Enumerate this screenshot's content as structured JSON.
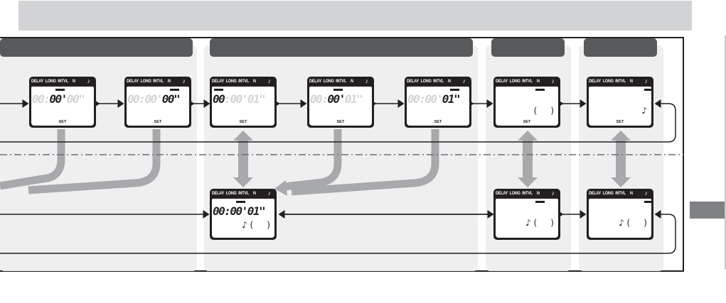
{
  "page": {
    "title_bar_text": "",
    "section_headers": [
      "",
      "",
      "",
      ""
    ],
    "colors": {
      "title_bar": "#d2d3d4",
      "header": "#58595b",
      "column_bg": "#efefef",
      "lcd_frame": "#231f20",
      "flow_arrow": "#a7a9ac",
      "tab_marker": "#808184"
    }
  },
  "lcd_labels": {
    "delay": "DELAY",
    "long": "LONG",
    "intvl": "INTVL",
    "n": "N",
    "note": "♪",
    "set": "SET"
  },
  "displays": [
    {
      "id": "top-1",
      "digits_dim_before": "00:",
      "digits_on": "00'",
      "digits_dim_after": "00\"",
      "show_set": true
    },
    {
      "id": "top-2",
      "digits_dim_before": "00:00'",
      "digits_on": "00\"",
      "digits_dim_after": "",
      "show_set": true
    },
    {
      "id": "top-3",
      "digits_dim_before": "",
      "digits_on": "00",
      "digits_dim_after": ":00'01\"",
      "show_set": true
    },
    {
      "id": "top-4",
      "digits_dim_before": "00:",
      "digits_on": "00'",
      "digits_dim_after": "01\"",
      "show_set": true
    },
    {
      "id": "top-5",
      "digits_dim_before": "00:00'",
      "digits_on": "01\"",
      "digits_dim_after": "",
      "show_set": true
    },
    {
      "id": "top-6",
      "symbols": "(     )",
      "show_set": true
    },
    {
      "id": "top-7",
      "symbols": "♪",
      "show_set": true
    },
    {
      "id": "bottom-1",
      "digits_on": "00:00'01\"",
      "symbols": "♪ (     )",
      "show_set": false
    },
    {
      "id": "bottom-2",
      "symbols": "♪ (     )",
      "show_set": false
    },
    {
      "id": "bottom-3",
      "symbols": "♪ (     )",
      "show_set": false
    }
  ]
}
